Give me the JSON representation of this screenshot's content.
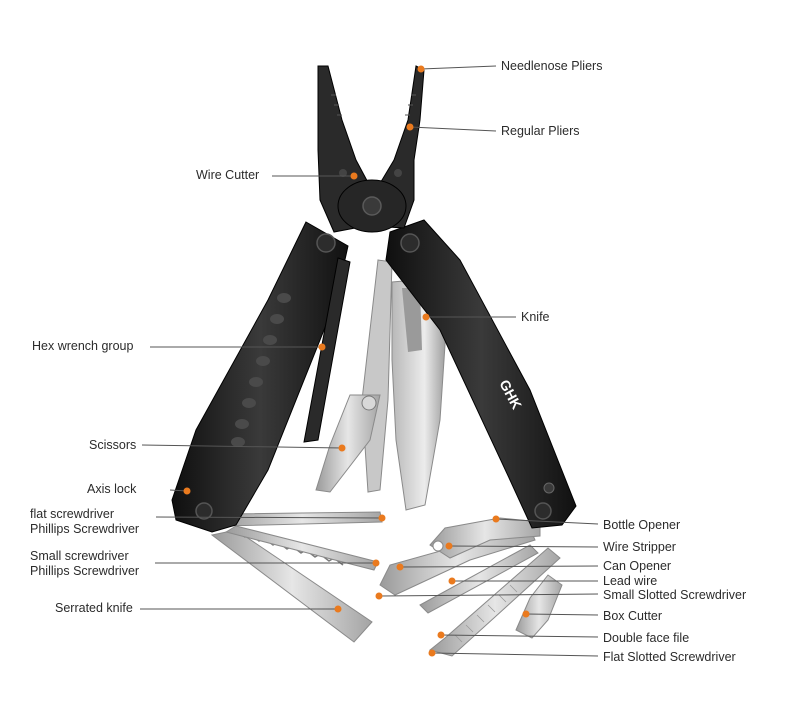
{
  "brand": "GHK",
  "colors": {
    "dot": "#ea7a1e",
    "leader": "#555555",
    "handle": "#1e1e1e",
    "steel": "#c9c9c9",
    "steel_dark": "#8f8f8f"
  },
  "labels": {
    "needlenose": "Needlenose Pliers",
    "regular": "Regular Pliers",
    "wire_cutter": "Wire Cutter",
    "knife": "Knife",
    "hex": "Hex wrench group",
    "scissors": "Scissors",
    "axis_lock": "Axis lock",
    "flat_sd": "flat screwdriver",
    "phillips_sd_1": "Phillips Screwdriver",
    "small_sd": "Small screwdriver",
    "phillips_sd_2": "Phillips Screwdriver",
    "serrated": "Serrated knife",
    "bottle": "Bottle Opener",
    "wire_stripper": "Wire Stripper",
    "can_opener": "Can Opener",
    "lead_wire": "Lead wire",
    "small_slotted": "Small Slotted Screwdriver",
    "box_cutter": "Box Cutter",
    "double_file": "Double face file",
    "flat_slotted": "Flat Slotted Screwdriver"
  }
}
